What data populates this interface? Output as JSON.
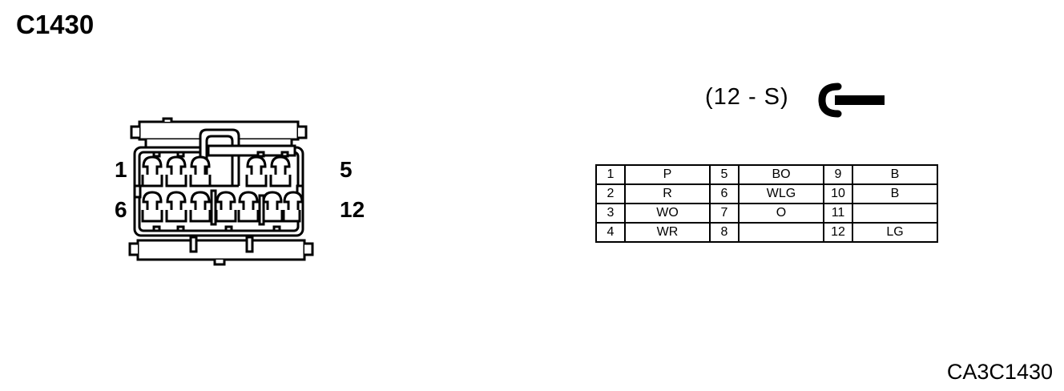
{
  "page": {
    "title": "C1430",
    "footer_code": "CA3C1430"
  },
  "connector": {
    "type_label": "(12 - S)",
    "symbol_name": "socket-terminal-symbol",
    "edge_labels": {
      "top_left": "1",
      "bottom_left": "6",
      "top_right": "5",
      "bottom_right": "12"
    },
    "cavity_counts": {
      "top_row": 5,
      "bottom_row": 7,
      "total": 12
    }
  },
  "pin_table": {
    "rows": [
      {
        "n1": "1",
        "v1": "P",
        "n2": "5",
        "v2": "BO",
        "n3": "9",
        "v3": "B"
      },
      {
        "n1": "2",
        "v1": "R",
        "n2": "6",
        "v2": "WLG",
        "n3": "10",
        "v3": "B"
      },
      {
        "n1": "3",
        "v1": "WO",
        "n2": "7",
        "v2": "O",
        "n3": "11",
        "v3": ""
      },
      {
        "n1": "4",
        "v1": "WR",
        "n2": "8",
        "v2": "",
        "n3": "12",
        "v3": "LG"
      }
    ]
  },
  "colors": {
    "ink": "#000000",
    "paper": "#ffffff"
  }
}
